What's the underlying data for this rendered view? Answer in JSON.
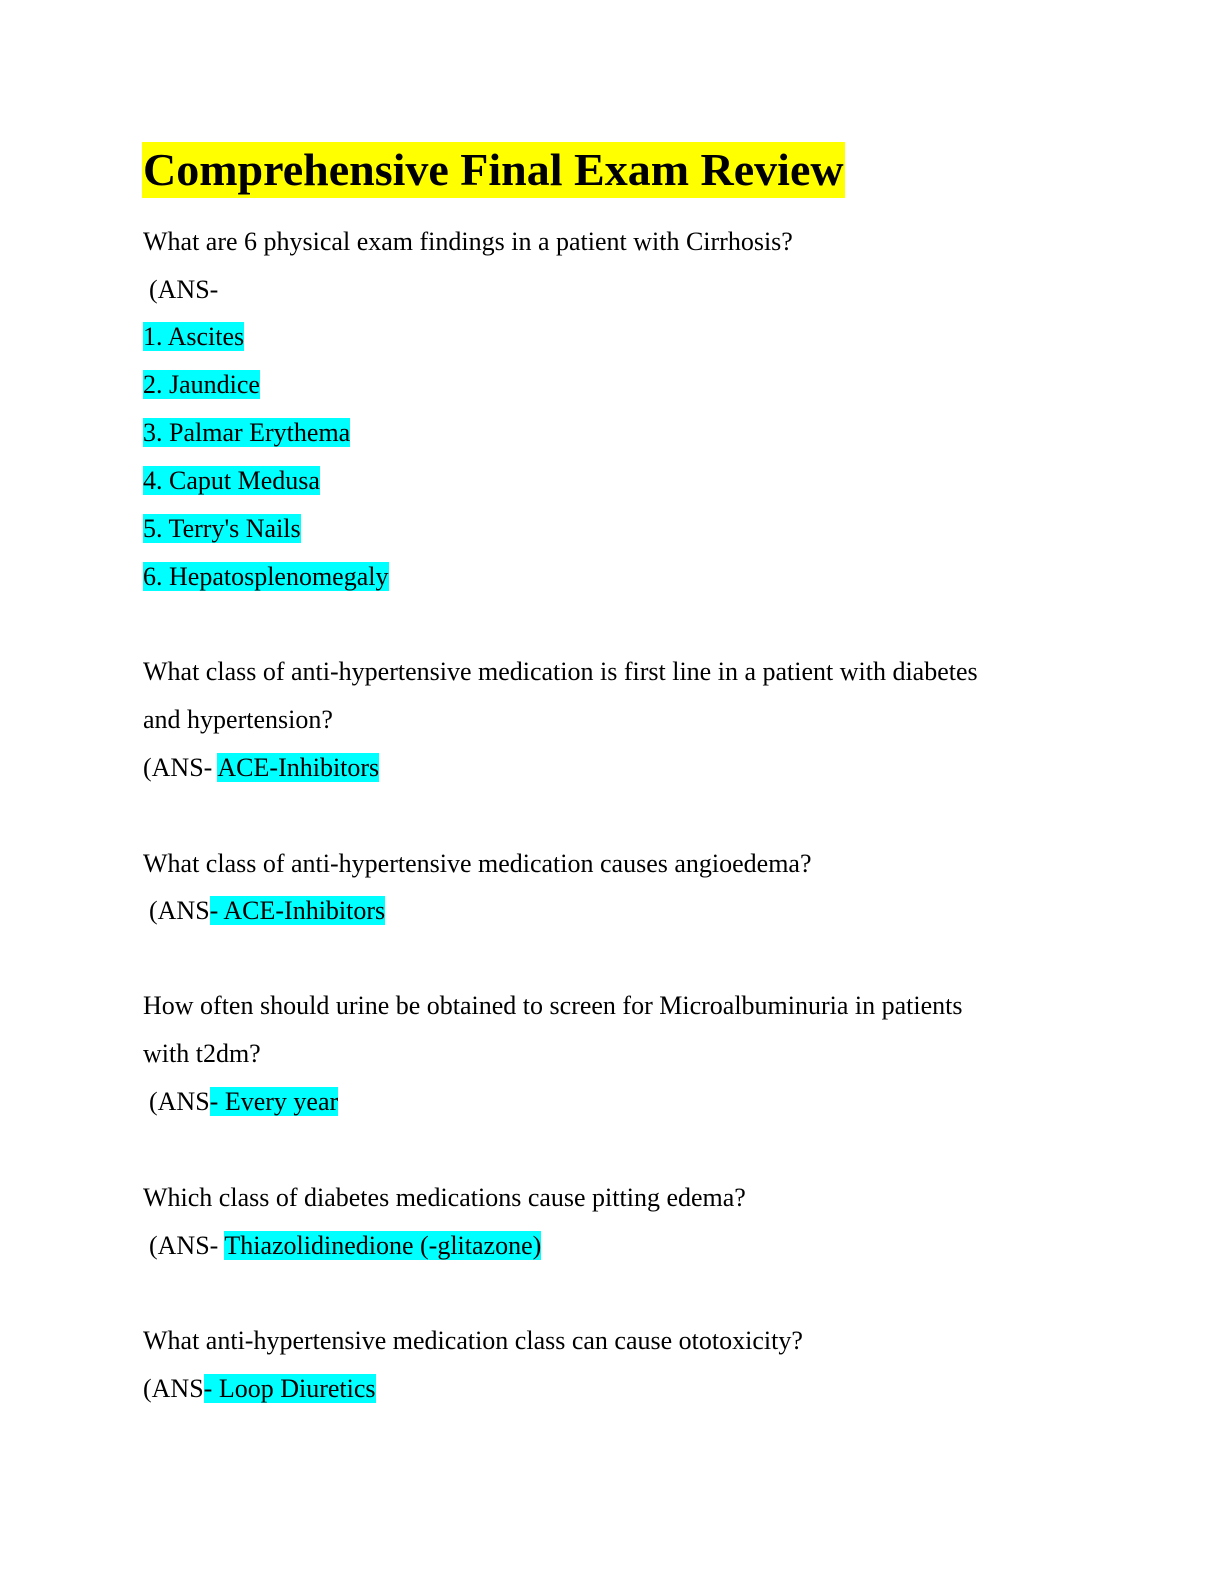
{
  "document": {
    "title": "Comprehensive Final Exam Review",
    "highlight_colors": {
      "title": "#ffff00",
      "answer": "#00ffff"
    },
    "q1": {
      "question": "What are 6 physical exam findings in a patient with Cirrhosis?",
      "ans_prefix": "(ANS-",
      "answers": [
        "1. Ascites",
        "2. Jaundice",
        "3. Palmar Erythema",
        "4. Caput Medusa",
        "5. Terry's Nails",
        "6. Hepatosplenomegaly"
      ]
    },
    "q2": {
      "question_line1": "What class of anti-hypertensive medication is first line in a patient with diabetes",
      "question_line2": "and hypertension?",
      "ans_prefix": "(ANS- ",
      "answer": "ACE-Inhibitors"
    },
    "q3": {
      "question": "What class of anti-hypertensive medication causes angioedema?",
      "ans_prefix": "(ANS",
      "answer": "- ACE-Inhibitors"
    },
    "q4": {
      "question_line1": "How often should urine be obtained to screen for Microalbuminuria in patients",
      "question_line2": "with t2dm?",
      "ans_prefix": "(ANS",
      "answer": "- Every year"
    },
    "q5": {
      "question": "Which class of diabetes medications cause pitting edema?",
      "ans_prefix": "(ANS- ",
      "answer": "Thiazolidinedione (-glitazone)"
    },
    "q6": {
      "question": "What anti-hypertensive medication class can cause ototoxicity?",
      "ans_prefix": "(ANS",
      "answer": "- Loop Diuretics"
    }
  }
}
